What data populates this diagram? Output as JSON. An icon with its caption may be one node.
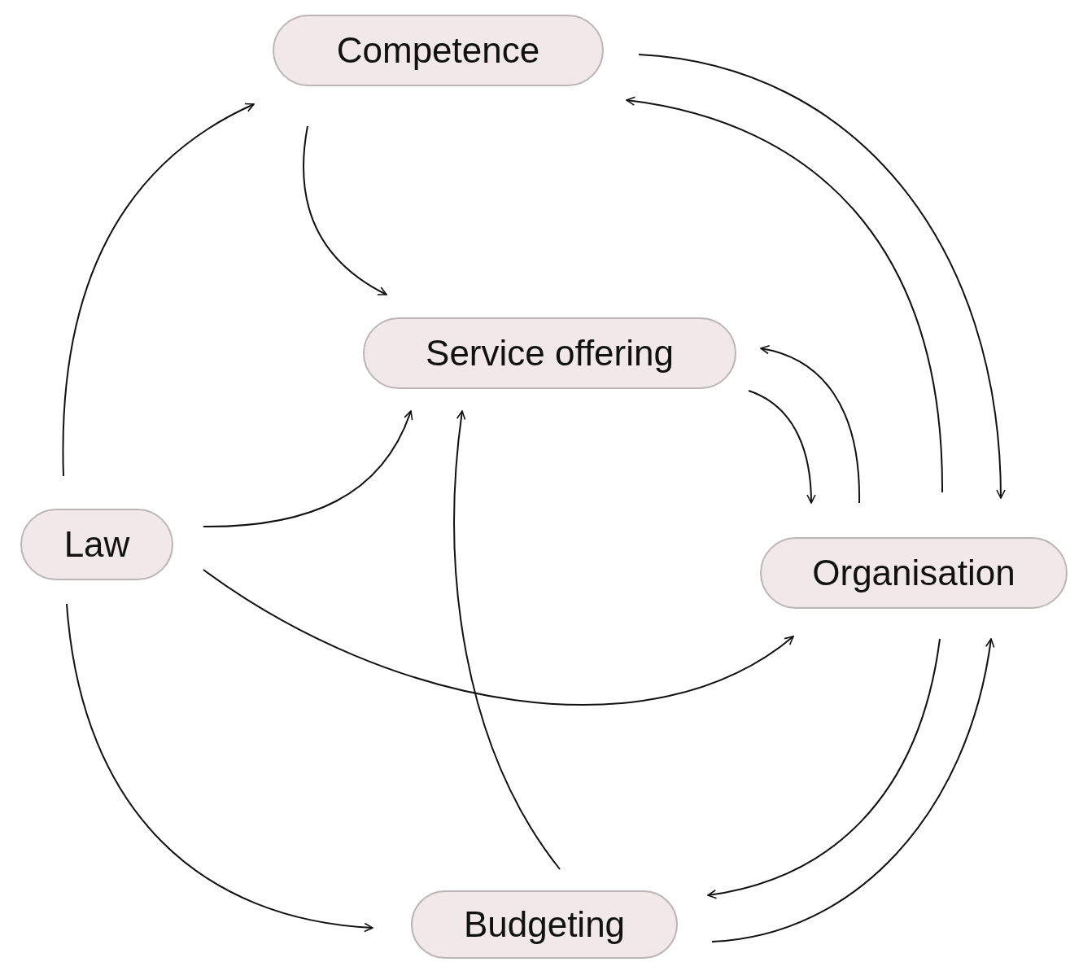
{
  "diagram": {
    "nodes": [
      {
        "text": [
          "Competence"
        ]
      },
      {
        "text": [
          "Service offering"
        ]
      },
      {
        "text": [
          "Law"
        ]
      },
      {
        "text": [
          "Organisation"
        ]
      },
      {
        "text": [
          "Budgeting"
        ]
      }
    ],
    "edges": [
      {
        "from": 0,
        "to": 3,
        "arrow": "to"
      },
      {
        "from": 3,
        "to": 0,
        "arrow": "to"
      },
      {
        "from": 0,
        "to": 1,
        "arrow": "to"
      },
      {
        "from": 2,
        "to": 0,
        "arrow": "to"
      },
      {
        "from": 2,
        "to": 1,
        "arrow": "to"
      },
      {
        "from": 4,
        "to": 1,
        "arrow": "to"
      },
      {
        "from": 1,
        "to": 3,
        "arrow": "to"
      },
      {
        "from": 3,
        "to": 1,
        "arrow": "to"
      },
      {
        "from": 2,
        "to": 3,
        "arrow": "to"
      },
      {
        "from": 2,
        "to": 4,
        "arrow": "to"
      },
      {
        "from": 3,
        "to": 4,
        "arrow": "to"
      },
      {
        "from": 4,
        "to": 3,
        "arrow": "to"
      }
    ]
  }
}
